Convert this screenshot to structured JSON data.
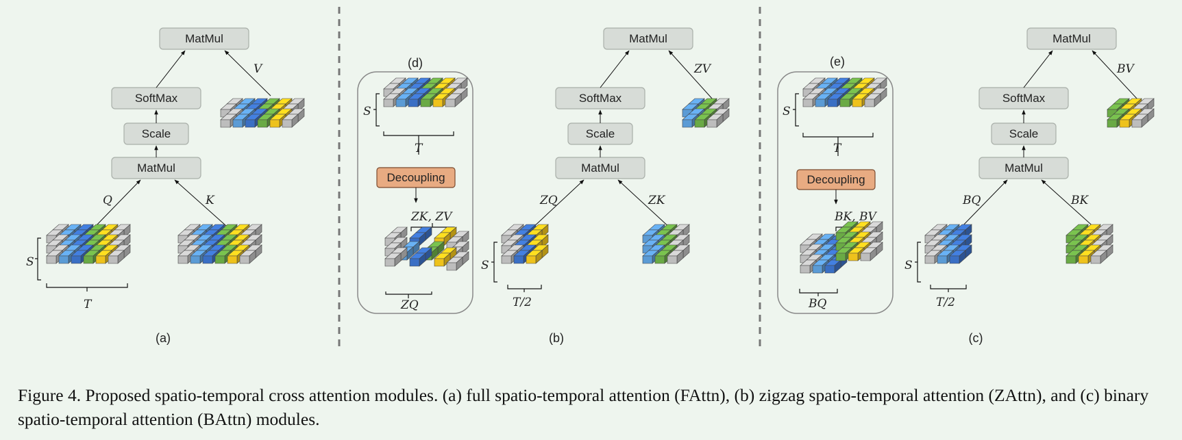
{
  "colors": {
    "background": "#eef5ee",
    "op_box": "#d7dcd7",
    "op_box_border": "#a9afa9",
    "decoupling": "#e8ab82",
    "decoupling_border": "#7a4a2e",
    "gray": "#bdbdbd",
    "light_blue": "#5b9bd5",
    "dark_blue": "#3a6fc4",
    "green": "#6aaa45",
    "yellow": "#eec21c"
  },
  "ops": {
    "matmul": "MatMul",
    "softmax": "SoftMax",
    "scale": "Scale",
    "decoupling": "Decoupling"
  },
  "panel_a": {
    "label": "(a)",
    "q": "Q",
    "k": "K",
    "v": "V",
    "s": "S",
    "t": "T"
  },
  "panel_b": {
    "label": "(b)",
    "q": "ZQ",
    "k": "ZK",
    "v": "ZV",
    "s": "S",
    "t": "T/2"
  },
  "panel_c": {
    "label": "(c)",
    "q": "BQ",
    "k": "BK",
    "v": "BV",
    "s": "S",
    "t": "T/2"
  },
  "panel_d": {
    "label": "(d)",
    "s": "S",
    "t": "T",
    "kv": "ZK, ZV",
    "q": "ZQ"
  },
  "panel_e": {
    "label": "(e)",
    "s": "S",
    "t": "T",
    "kv": "BK, BV",
    "q": "BQ"
  },
  "caption": "Figure 4. Proposed spatio-temporal cross attention modules. (a) full spatio-temporal attention (FAttn), (b) zigzag spatio-temporal attention (ZAttn), and (c) binary spatio-temporal attention (BAttn) modules."
}
